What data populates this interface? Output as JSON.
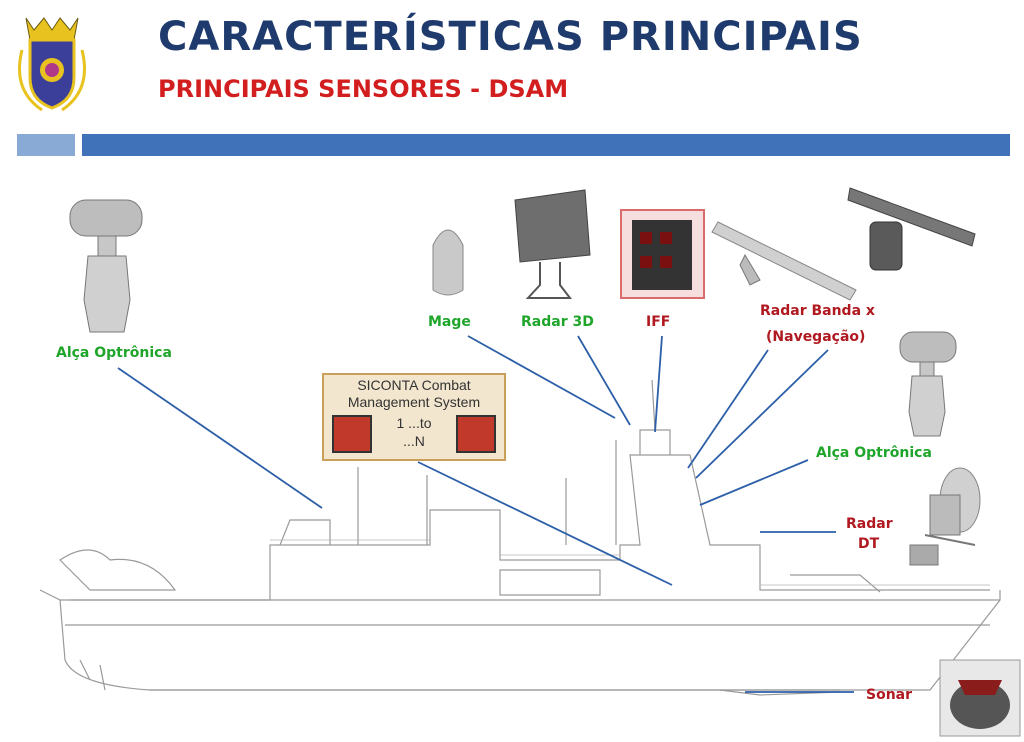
{
  "header": {
    "title": "CARACTERÍSTICAS PRINCIPAIS",
    "subtitle": "PRINCIPAIS SENSORES - DSAM"
  },
  "labels": {
    "alca_left": "Alça Optrônica",
    "mage": "Mage",
    "radar3d": "Radar 3D",
    "iff": "IFF",
    "radar_banda_line1": "Radar Banda x",
    "radar_banda_line2": "(Navegação)",
    "alca_right": "Alça Optrônica",
    "radar_dt_line1": "Radar",
    "radar_dt_line2": "DT",
    "sonar": "Sonar"
  },
  "siconta": {
    "line1": "SICONTA Combat",
    "line2": "Management System",
    "line3": "1 ...to",
    "line4": "...N"
  },
  "colors": {
    "title": "#1f3b6e",
    "subtitle": "#d21e1e",
    "green_label": "#1fa52a",
    "red_label": "#b0191f",
    "leader_line": "#2c5fa8",
    "bar_main": "#3f72b8",
    "bar_light": "#8aaad6"
  },
  "icons": [
    "navy-crest-icon",
    "optronic-director-icon",
    "mage-antenna-icon",
    "radar-3d-icon",
    "iff-unit-icon",
    "nav-radar-icon",
    "dt-radar-icon",
    "sonar-icon",
    "ship-outline"
  ]
}
